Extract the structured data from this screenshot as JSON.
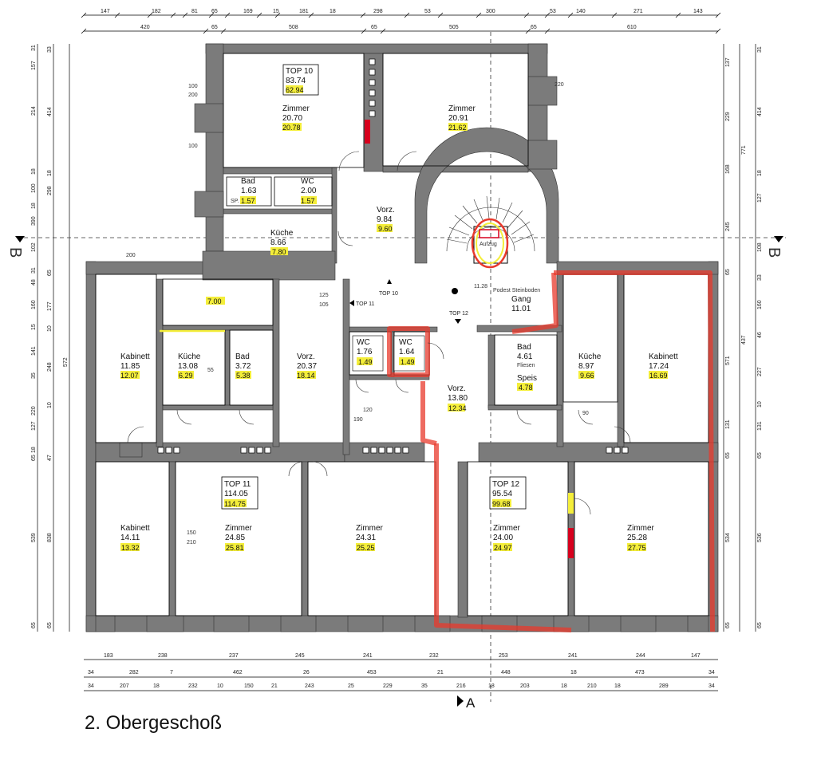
{
  "floor": {
    "title": "2. Obergeschoß"
  },
  "colors": {
    "wall": "#7b7b7b",
    "highlight": "#e8392c",
    "area_mark": "#f4ee3a",
    "line": "#000000"
  },
  "section_marks": {
    "left": "B",
    "right": "B",
    "bottom": "A"
  },
  "units": [
    {
      "label": "TOP 10",
      "area_1": "83.74",
      "area_2": "62.94"
    },
    {
      "label": "TOP 11",
      "area_1": "114.05",
      "area_2": "114.75"
    },
    {
      "label": "TOP 12",
      "area_1": "95.54",
      "area_2": "99.68"
    }
  ],
  "rooms": [
    {
      "name": "Zimmer",
      "a1": "20.70",
      "a2": "20.78"
    },
    {
      "name": "Zimmer",
      "a1": "20.91",
      "a2": "21.62"
    },
    {
      "name": "Bad",
      "a1": "1.63",
      "a2": "1.57",
      "prefix": "SP."
    },
    {
      "name": "WC",
      "a1": "2.00",
      "a2": "1.57"
    },
    {
      "name": "Küche",
      "a1": "8.66",
      "a2": "7.80"
    },
    {
      "name": "Vorz.",
      "a1": "9.84",
      "a2": "9.60"
    },
    {
      "name": "Kabinett",
      "a1": "11.85",
      "a2": "12.07"
    },
    {
      "name": "Küche",
      "a1": "13.08",
      "a2": "6.29"
    },
    {
      "name": "Bad",
      "a1": "3.72",
      "a2": "5.38"
    },
    {
      "name": "Vorz.",
      "a1": "20.37",
      "a2": "18.14"
    },
    {
      "name": "WC",
      "a1": "1.76",
      "a2": "1.49"
    },
    {
      "name": "WC",
      "a1": "1.64",
      "a2": "1.49"
    },
    {
      "name": "Vorz.",
      "a1": "13.80",
      "a2": "12.34"
    },
    {
      "name": "Gang",
      "a1": "11.01"
    },
    {
      "name": "Bad",
      "a1": "4.61",
      "note": "Fliesen"
    },
    {
      "name": "Speis",
      "a1": "4.78"
    },
    {
      "name": "Küche",
      "a1": "8.97",
      "a2": "9.66"
    },
    {
      "name": "Kabinett",
      "a1": "17.24",
      "a2": "16.69"
    },
    {
      "name": "Kabinett",
      "a1": "14.11",
      "a2": "13.32"
    },
    {
      "name": "Zimmer",
      "a1": "24.85",
      "a2": "25.81"
    },
    {
      "name": "Zimmer",
      "a1": "24.31",
      "a2": "25.25"
    },
    {
      "name": "Zimmer",
      "a1": "24.00",
      "a2": "24.97"
    },
    {
      "name": "Zimmer",
      "a1": "25.28",
      "a2": "27.75"
    }
  ],
  "misc_labels": {
    "room_700": "7.00",
    "top10_arrow": "TOP 10",
    "top11_arrow": "TOP 11",
    "top12_arrow": "TOP 12",
    "landing": "11.28",
    "landing_note": "Podest Steinboden",
    "lift": "Aufzug"
  },
  "dimensions": {
    "top_row1": [
      "147",
      "182",
      "81",
      "65",
      "169",
      "15",
      "181",
      "18",
      "298",
      "53",
      "300",
      "53",
      "140",
      "271",
      "143"
    ],
    "top_row2": [
      "420",
      "65",
      "508",
      "65",
      "505",
      "65",
      "610"
    ],
    "bottom_row1": [
      "183",
      "238",
      "237",
      "245",
      "241",
      "232",
      "253",
      "241",
      "244",
      "147"
    ],
    "bottom_row2": [
      "34",
      "282",
      "7",
      "462",
      "26",
      "453",
      "21",
      "448",
      "18",
      "473",
      "34"
    ],
    "bottom_row3": [
      "34",
      "207",
      "18",
      "232",
      "10",
      "150",
      "21",
      "243",
      "25",
      "229",
      "35",
      "216",
      "18",
      "203",
      "18",
      "210",
      "18",
      "289",
      "34"
    ],
    "left_col1": [
      "31",
      "157",
      "214",
      "18",
      "100",
      "18",
      "390",
      "102",
      "31",
      "48",
      "160",
      "15",
      "141",
      "35",
      "220",
      "127",
      "18",
      "65",
      "539",
      "65"
    ],
    "left_col2": [
      "33",
      "414",
      "18",
      "298",
      "65",
      "177",
      "10",
      "248",
      "10",
      "47",
      "838",
      "65"
    ],
    "left_col3": [
      "572"
    ],
    "right_col1": [
      "137",
      "229",
      "168",
      "245",
      "65",
      "571",
      "131",
      "65",
      "534",
      "65"
    ],
    "right_col2": [
      "31",
      "414",
      "18",
      "127",
      "108",
      "33",
      "160",
      "46",
      "227",
      "10",
      "131",
      "65",
      "536",
      "65"
    ],
    "right_col3": [
      "771",
      "437"
    ],
    "openings": [
      "100",
      "200",
      "100",
      "150",
      "210",
      "120",
      "220",
      "90",
      "190",
      "125",
      "105",
      "55",
      "200"
    ]
  }
}
